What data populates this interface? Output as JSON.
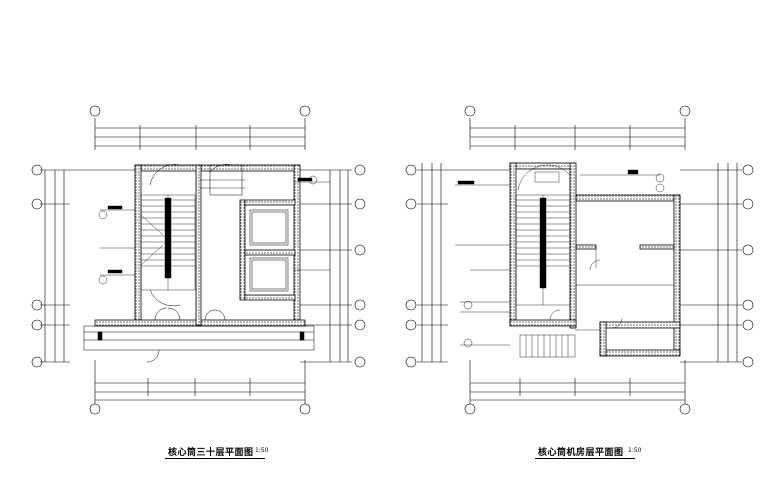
{
  "drawing": {
    "line_color": "#000000",
    "background": "#ffffff"
  },
  "plans": [
    {
      "title": "核心筒三十层平面图",
      "scale": "1:50"
    },
    {
      "title": "核心筒机房层平面图",
      "scale": "1:50"
    }
  ]
}
